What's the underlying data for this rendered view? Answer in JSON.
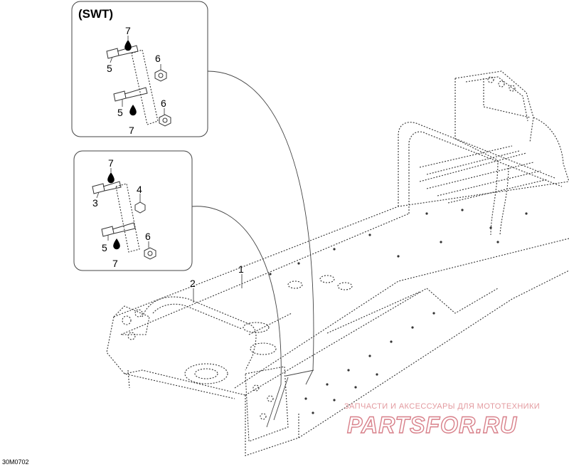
{
  "diagram": {
    "inset_top_title": "(SWT)",
    "diagram_code": "30M0702",
    "labels": {
      "frame": "1",
      "front_bumper": "2",
      "bolt_a": "3",
      "nut_a": "4",
      "bolt_b": "5",
      "nut_b": "6",
      "threadlocker": "7"
    }
  },
  "watermark": {
    "tagline": "ЗАПЧАСТИ И АКСЕССУАРЫ ДЛЯ МОТОТЕХНИКИ",
    "brand": "PARTSFOR.RU"
  }
}
